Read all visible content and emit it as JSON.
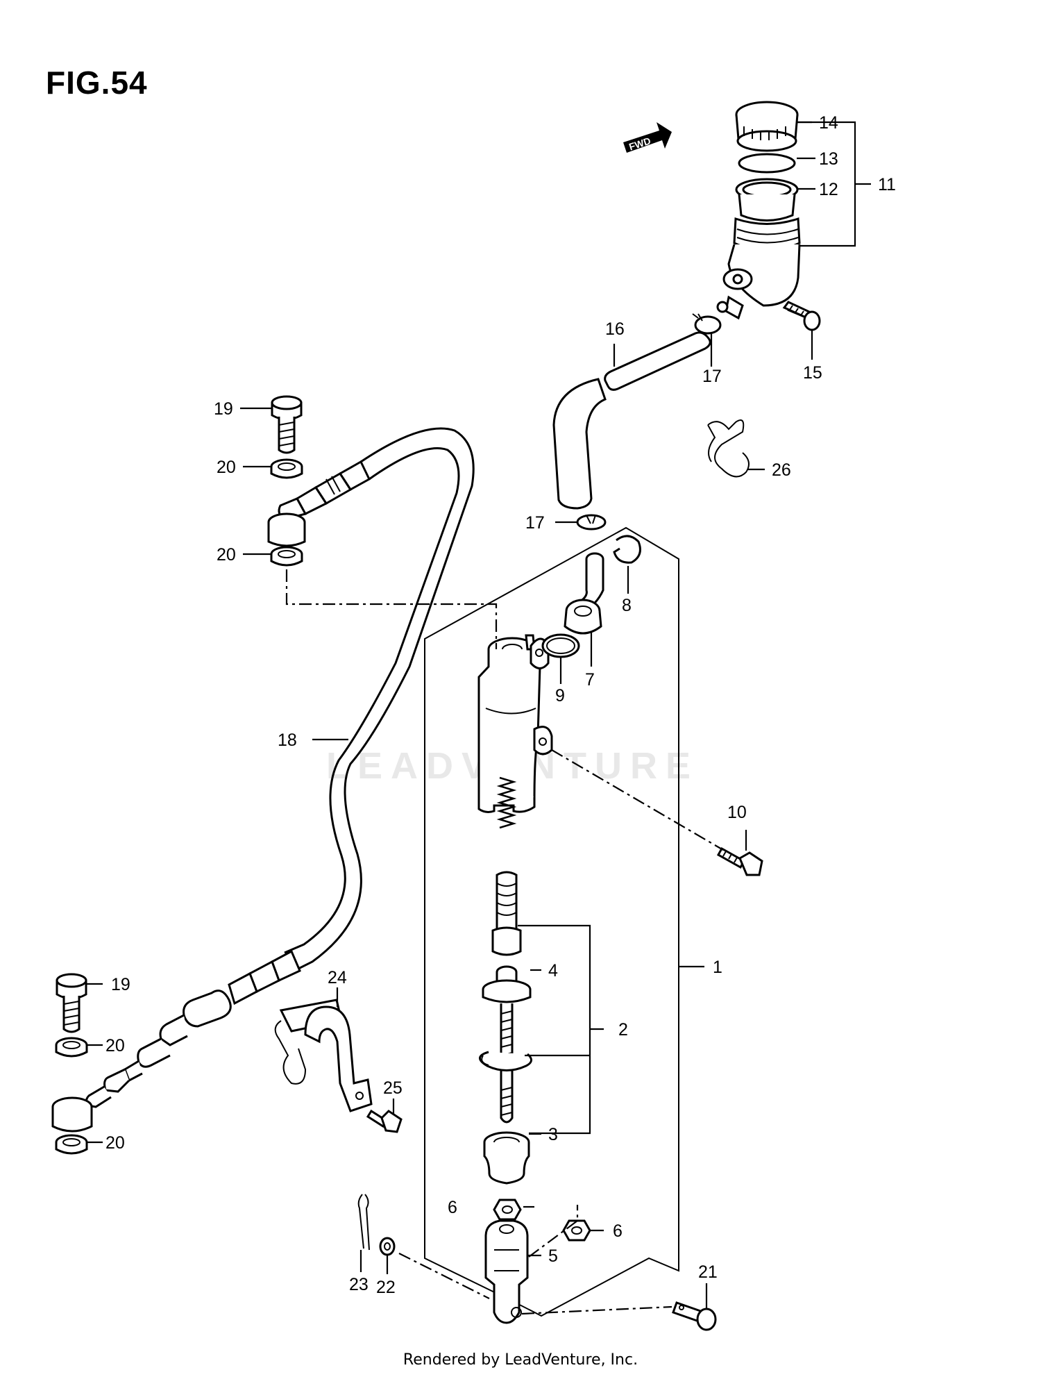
{
  "figure": {
    "title": "FIG.54"
  },
  "footer": {
    "text": "Rendered by LeadVenture, Inc."
  },
  "watermark": {
    "text": "LEADVENTURE"
  },
  "fwd_arrow": {
    "text": "FWD"
  },
  "callouts": [
    {
      "num": "1"
    },
    {
      "num": "2"
    },
    {
      "num": "3"
    },
    {
      "num": "4"
    },
    {
      "num": "5"
    },
    {
      "num": "6"
    },
    {
      "num": "6"
    },
    {
      "num": "7"
    },
    {
      "num": "8"
    },
    {
      "num": "9"
    },
    {
      "num": "10"
    },
    {
      "num": "11"
    },
    {
      "num": "12"
    },
    {
      "num": "13"
    },
    {
      "num": "14"
    },
    {
      "num": "15"
    },
    {
      "num": "16"
    },
    {
      "num": "17"
    },
    {
      "num": "17"
    },
    {
      "num": "18"
    },
    {
      "num": "19"
    },
    {
      "num": "19"
    },
    {
      "num": "20"
    },
    {
      "num": "20"
    },
    {
      "num": "20"
    },
    {
      "num": "20"
    },
    {
      "num": "21"
    },
    {
      "num": "22"
    },
    {
      "num": "23"
    },
    {
      "num": "24"
    },
    {
      "num": "25"
    },
    {
      "num": "26"
    }
  ]
}
